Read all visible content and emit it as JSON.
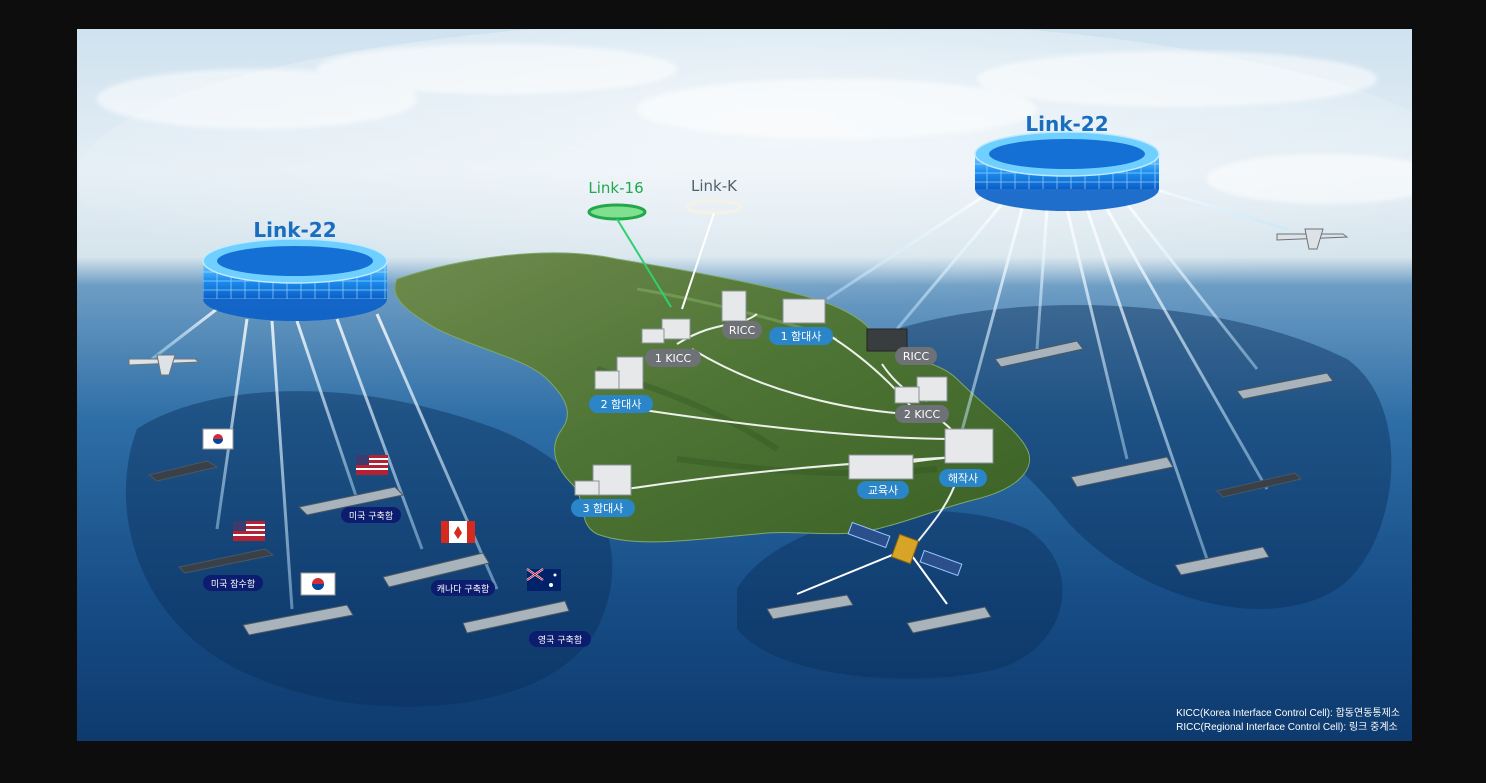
{
  "rings": {
    "left_title": "Link-22",
    "right_title": "Link-22",
    "link16_title": "Link-16",
    "linkk_title": "Link-K"
  },
  "facilities": {
    "kicc1": "1 KICC",
    "ricc_west": "RICC",
    "fleet1": "1 함대사",
    "ricc_east": "RICC",
    "fleet2": "2 함대사",
    "kicc2": "2 KICC",
    "fleet3": "3 함대사",
    "edu": "교육사",
    "ops": "해작사"
  },
  "ships": {
    "us_destroyer": "미국 구축함",
    "us_submarine": "미국 잠수함",
    "canada_destroyer": "캐나다 구축함",
    "uk_destroyer": "영국 구축함"
  },
  "legend": {
    "line1": "KICC(Korea Interface Control Cell): 합동연동통제소",
    "line2": "RICC(Regional Interface Control Cell): 링크 중계소"
  },
  "colors": {
    "ring_blue": "#1e8ff0",
    "link16_green": "#22a84a",
    "label_blue": "#2a86c8",
    "label_gray": "#6e7276",
    "label_navy": "#0c1c6e",
    "title_blue": "#1a6ec0"
  }
}
